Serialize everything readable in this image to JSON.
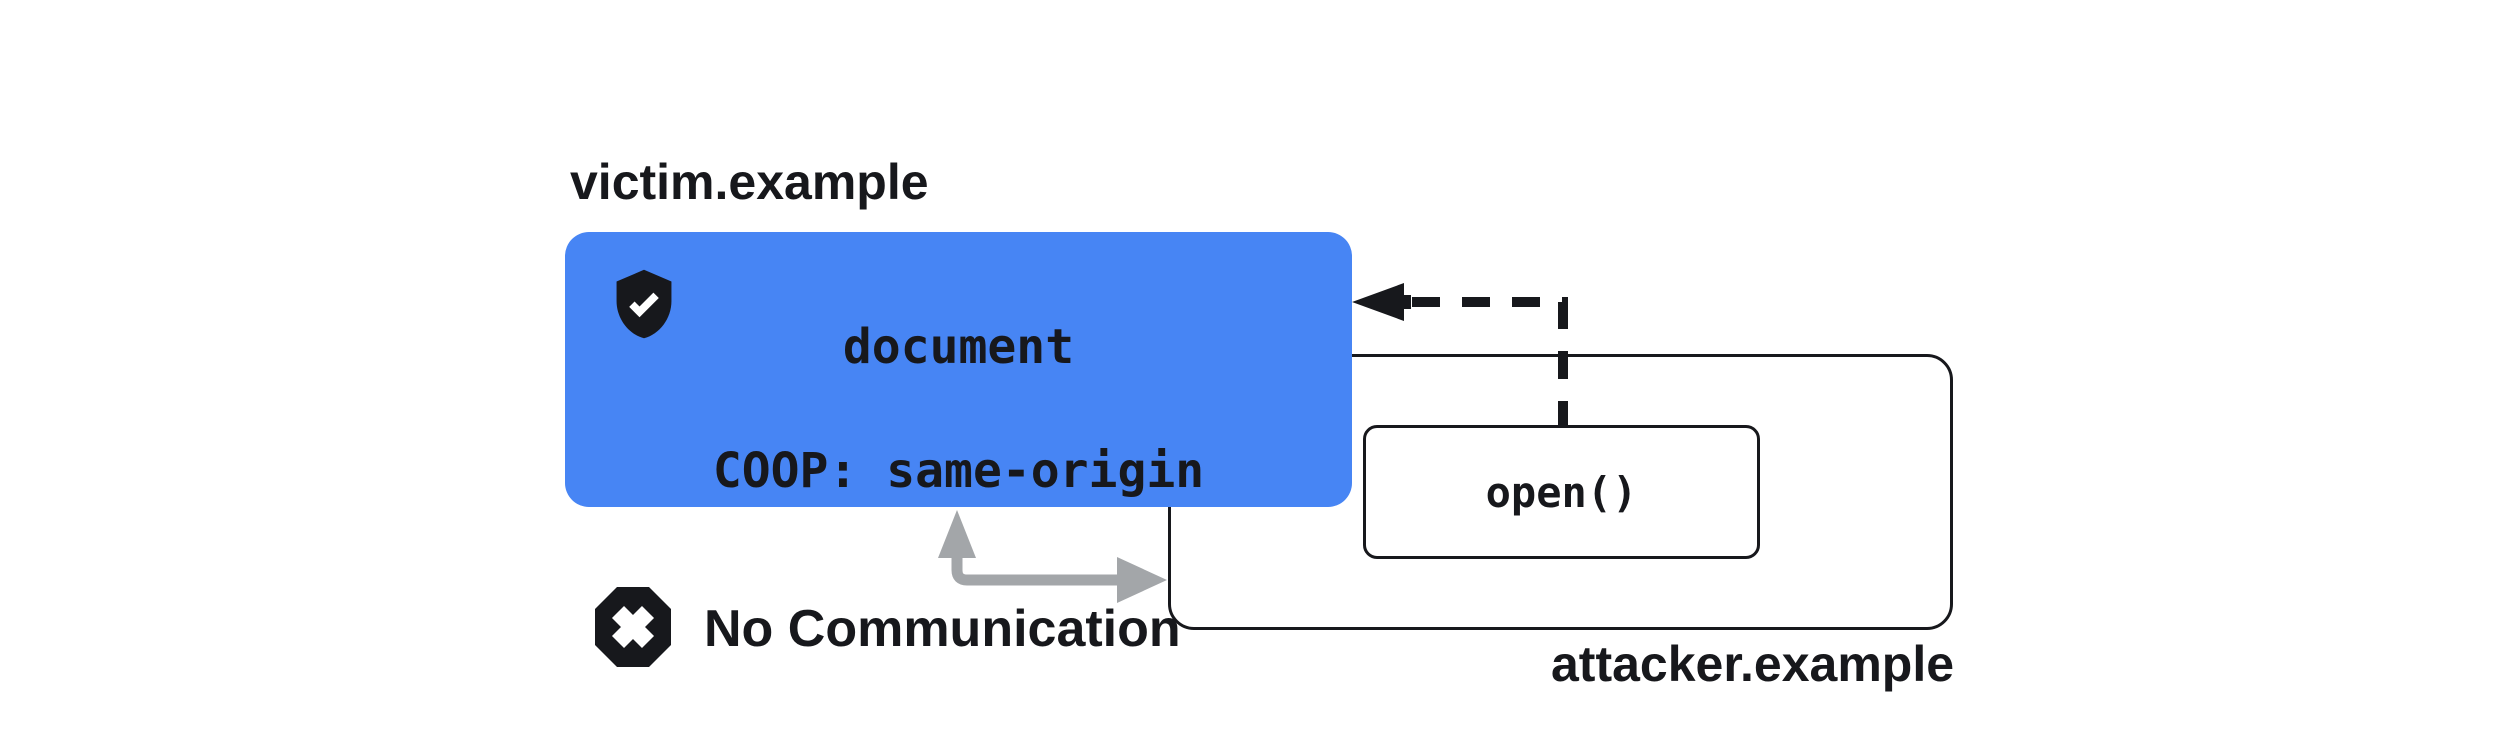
{
  "diagram": {
    "title_implied": "COOP same-origin blocks communication between victim and attacker windows",
    "victim": {
      "label": "victim.example",
      "document_box": {
        "line1": "document",
        "line2": "COOP: same-origin",
        "icon": "shield-check-icon"
      }
    },
    "attacker": {
      "label": "attacker.example",
      "open_call_box": {
        "text": "open()"
      }
    },
    "no_communication": {
      "label": "No Communication",
      "icon": "octagon-x-icon"
    },
    "arrows": {
      "dashed_open_arrow": "open() window reference pointing to victim document (dashed)",
      "gray_blocked_arrow": "attempted communication between attacker window and victim document (gray)"
    }
  },
  "colors": {
    "blue": "#4785f4",
    "ink": "#17181c",
    "gray_arrow": "#a3a6a9",
    "background": "#ffffff"
  }
}
